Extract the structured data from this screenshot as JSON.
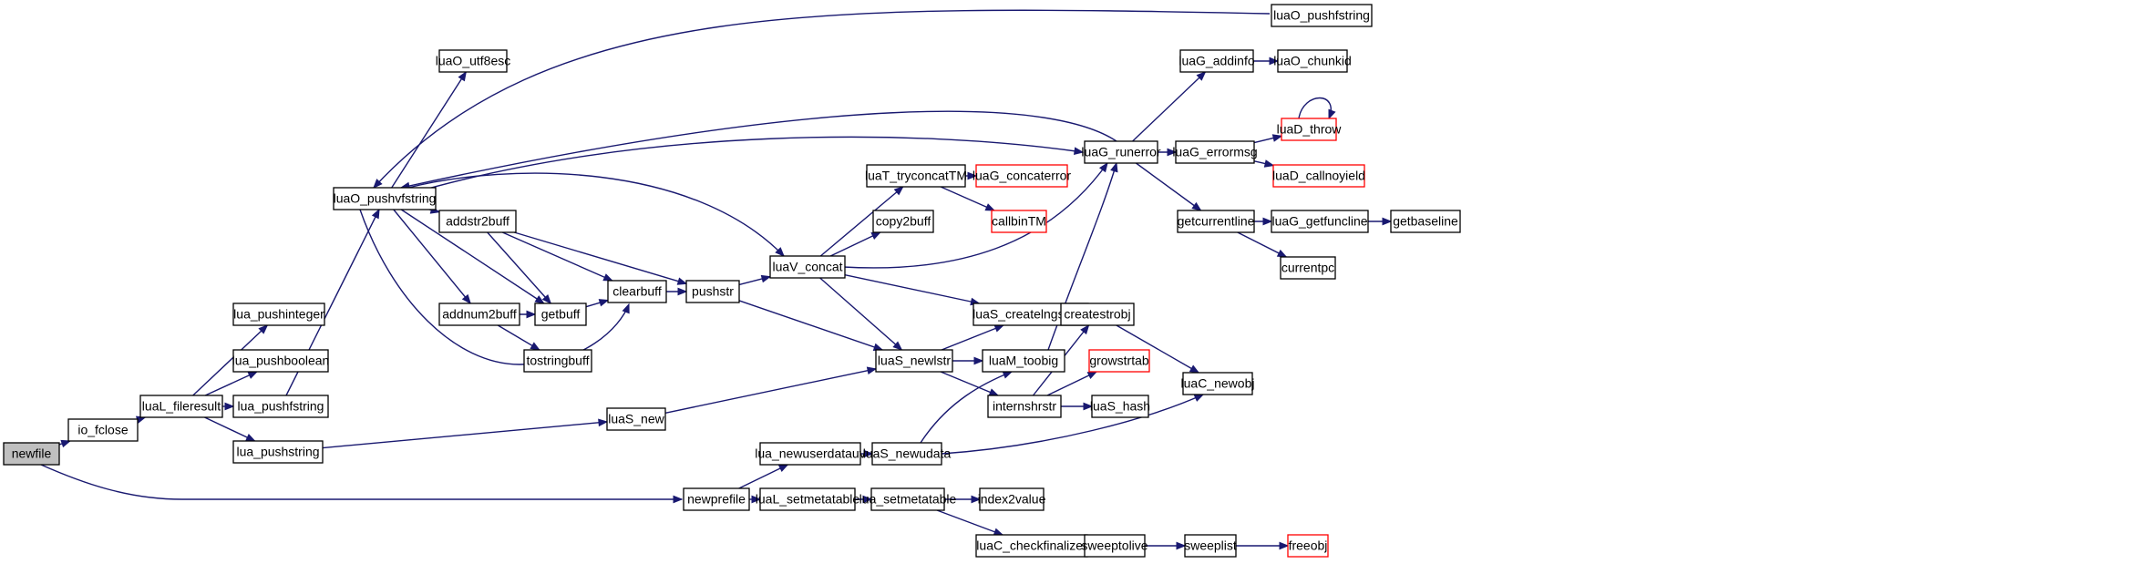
{
  "diagram": {
    "edge_color": "#191970",
    "highlight_border_color": "#ff0000",
    "root_fill": "#bfbfbf",
    "nodes": [
      {
        "id": "newfile",
        "label": "newfile",
        "root": true
      },
      {
        "id": "io_fclose",
        "label": "io_fclose"
      },
      {
        "id": "newprefile",
        "label": "newprefile"
      },
      {
        "id": "luaL_fileresult",
        "label": "luaL_fileresult"
      },
      {
        "id": "lua_pushinteger",
        "label": "lua_pushinteger"
      },
      {
        "id": "lua_pushboolean",
        "label": "lua_pushboolean"
      },
      {
        "id": "lua_pushfstring",
        "label": "lua_pushfstring"
      },
      {
        "id": "lua_pushstring",
        "label": "lua_pushstring"
      },
      {
        "id": "luaO_pushvfstring",
        "label": "luaO_pushvfstring"
      },
      {
        "id": "luaO_utf8esc",
        "label": "luaO_utf8esc"
      },
      {
        "id": "addstr2buff",
        "label": "addstr2buff"
      },
      {
        "id": "addnum2buff",
        "label": "addnum2buff"
      },
      {
        "id": "getbuff",
        "label": "getbuff"
      },
      {
        "id": "tostringbuff",
        "label": "tostringbuff"
      },
      {
        "id": "clearbuff",
        "label": "clearbuff"
      },
      {
        "id": "pushstr",
        "label": "pushstr"
      },
      {
        "id": "luaS_new",
        "label": "luaS_new"
      },
      {
        "id": "luaV_concat",
        "label": "luaV_concat"
      },
      {
        "id": "luaT_tryconcatTM",
        "label": "luaT_tryconcatTM"
      },
      {
        "id": "copy2buff",
        "label": "copy2buff"
      },
      {
        "id": "luaG_concaterror",
        "label": "luaG_concaterror",
        "red": true
      },
      {
        "id": "callbinTM",
        "label": "callbinTM",
        "red": true
      },
      {
        "id": "luaS_newlstr",
        "label": "luaS_newlstr"
      },
      {
        "id": "luaS_createlngstrobj",
        "label": "luaS_createlngstrobj"
      },
      {
        "id": "luaM_toobig",
        "label": "luaM_toobig"
      },
      {
        "id": "internshrstr",
        "label": "internshrstr"
      },
      {
        "id": "createstrobj",
        "label": "createstrobj"
      },
      {
        "id": "growstrtab",
        "label": "growstrtab",
        "red": true
      },
      {
        "id": "luaS_hash",
        "label": "luaS_hash"
      },
      {
        "id": "luaC_newobj",
        "label": "luaC_newobj"
      },
      {
        "id": "lua_newuserdatauv",
        "label": "lua_newuserdatauv"
      },
      {
        "id": "luaS_newudata",
        "label": "luaS_newudata"
      },
      {
        "id": "luaL_setmetatable",
        "label": "luaL_setmetatable"
      },
      {
        "id": "lua_setmetatable",
        "label": "lua_setmetatable"
      },
      {
        "id": "index2value",
        "label": "index2value"
      },
      {
        "id": "luaC_checkfinalizer",
        "label": "luaC_checkfinalizer"
      },
      {
        "id": "sweeptolive",
        "label": "sweeptolive"
      },
      {
        "id": "sweeplist",
        "label": "sweeplist"
      },
      {
        "id": "freeobj",
        "label": "freeobj",
        "red": true
      },
      {
        "id": "luaG_runerror",
        "label": "luaG_runerror"
      },
      {
        "id": "luaG_addinfo",
        "label": "luaG_addinfo"
      },
      {
        "id": "luaO_pushfstring",
        "label": "luaO_pushfstring"
      },
      {
        "id": "luaO_chunkid",
        "label": "luaO_chunkid"
      },
      {
        "id": "luaG_errormsg",
        "label": "luaG_errormsg"
      },
      {
        "id": "luaD_throw",
        "label": "luaD_throw",
        "red": true
      },
      {
        "id": "luaD_callnoyield",
        "label": "luaD_callnoyield",
        "red": true
      },
      {
        "id": "getcurrentline",
        "label": "getcurrentline"
      },
      {
        "id": "luaG_getfuncline",
        "label": "luaG_getfuncline"
      },
      {
        "id": "getbaseline",
        "label": "getbaseline"
      },
      {
        "id": "currentpc",
        "label": "currentpc"
      }
    ],
    "edges": [
      [
        "newfile",
        "io_fclose"
      ],
      [
        "newfile",
        "newprefile"
      ],
      [
        "io_fclose",
        "luaL_fileresult"
      ],
      [
        "luaL_fileresult",
        "lua_pushinteger"
      ],
      [
        "luaL_fileresult",
        "lua_pushboolean"
      ],
      [
        "luaL_fileresult",
        "lua_pushfstring"
      ],
      [
        "luaL_fileresult",
        "lua_pushstring"
      ],
      [
        "lua_pushfstring",
        "luaO_pushvfstring"
      ],
      [
        "lua_pushstring",
        "luaS_new"
      ],
      [
        "luaO_pushvfstring",
        "luaO_utf8esc"
      ],
      [
        "luaO_pushvfstring",
        "addstr2buff"
      ],
      [
        "luaO_pushvfstring",
        "getbuff"
      ],
      [
        "luaO_pushvfstring",
        "addnum2buff"
      ],
      [
        "luaO_pushvfstring",
        "clearbuff"
      ],
      [
        "luaO_pushvfstring",
        "luaV_concat"
      ],
      [
        "luaO_pushvfstring",
        "luaG_runerror"
      ],
      [
        "addstr2buff",
        "getbuff"
      ],
      [
        "addstr2buff",
        "clearbuff"
      ],
      [
        "addstr2buff",
        "pushstr"
      ],
      [
        "addnum2buff",
        "getbuff"
      ],
      [
        "addnum2buff",
        "tostringbuff"
      ],
      [
        "getbuff",
        "clearbuff"
      ],
      [
        "clearbuff",
        "pushstr"
      ],
      [
        "pushstr",
        "luaV_concat"
      ],
      [
        "pushstr",
        "luaS_newlstr"
      ],
      [
        "luaS_new",
        "luaS_newlstr"
      ],
      [
        "luaV_concat",
        "luaT_tryconcatTM"
      ],
      [
        "luaV_concat",
        "copy2buff"
      ],
      [
        "luaV_concat",
        "luaG_runerror"
      ],
      [
        "luaV_concat",
        "luaS_createlngstrobj"
      ],
      [
        "luaV_concat",
        "luaS_newlstr"
      ],
      [
        "luaT_tryconcatTM",
        "luaG_concaterror"
      ],
      [
        "luaT_tryconcatTM",
        "callbinTM"
      ],
      [
        "luaS_newlstr",
        "luaS_createlngstrobj"
      ],
      [
        "luaS_newlstr",
        "luaM_toobig"
      ],
      [
        "luaS_newlstr",
        "internshrstr"
      ],
      [
        "luaS_createlngstrobj",
        "createstrobj"
      ],
      [
        "luaM_toobig",
        "luaG_runerror"
      ],
      [
        "internshrstr",
        "createstrobj"
      ],
      [
        "internshrstr",
        "growstrtab"
      ],
      [
        "internshrstr",
        "luaS_hash"
      ],
      [
        "createstrobj",
        "luaC_newobj"
      ],
      [
        "newprefile",
        "lua_newuserdatauv"
      ],
      [
        "newprefile",
        "luaL_setmetatable"
      ],
      [
        "lua_newuserdatauv",
        "luaS_newudata"
      ],
      [
        "luaS_newudata",
        "luaM_toobig"
      ],
      [
        "luaS_newudata",
        "luaC_newobj"
      ],
      [
        "luaL_setmetatable",
        "lua_setmetatable"
      ],
      [
        "lua_setmetatable",
        "index2value"
      ],
      [
        "lua_setmetatable",
        "luaC_checkfinalizer"
      ],
      [
        "luaC_checkfinalizer",
        "sweeptolive"
      ],
      [
        "sweeptolive",
        "sweeplist"
      ],
      [
        "sweeplist",
        "freeobj"
      ],
      [
        "luaG_runerror",
        "luaO_pushvfstring"
      ],
      [
        "luaG_runerror",
        "luaG_addinfo"
      ],
      [
        "luaG_runerror",
        "luaG_errormsg"
      ],
      [
        "luaG_runerror",
        "getcurrentline"
      ],
      [
        "luaG_addinfo",
        "luaO_chunkid"
      ],
      [
        "luaO_pushfstring",
        "luaO_pushvfstring"
      ],
      [
        "luaG_errormsg",
        "luaD_throw"
      ],
      [
        "luaG_errormsg",
        "luaD_callnoyield"
      ],
      [
        "luaD_throw",
        "luaD_throw"
      ],
      [
        "getcurrentline",
        "luaG_getfuncline"
      ],
      [
        "getcurrentline",
        "currentpc"
      ],
      [
        "luaG_getfuncline",
        "getbaseline"
      ]
    ]
  }
}
